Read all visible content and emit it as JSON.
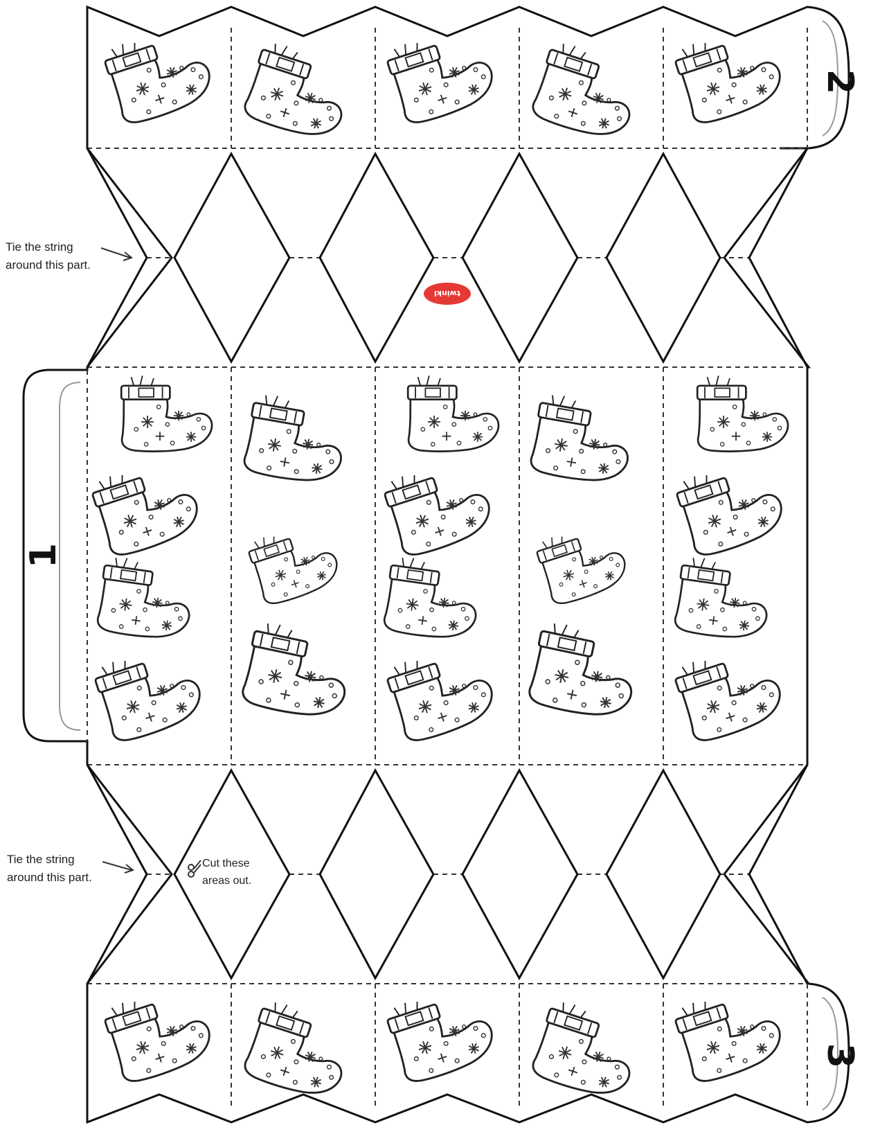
{
  "labels": {
    "tab_top_number": "2",
    "tab_left_number": "1",
    "tab_bottom_number": "3",
    "tie_string_note_top": "Tie the string\naround this part.",
    "tie_string_note_bottom": "Tie the string\naround this part.",
    "cut_note": "Cut these\nareas out.",
    "brand_logo": "twinkl"
  },
  "icons": {
    "arrow": "right-arrow-icon",
    "scissors": "scissors-icon",
    "stocking": "christmas-stocking-icon",
    "brand": "twinkl-logo-icon"
  },
  "colors": {
    "ink": "#111111",
    "paper": "#ffffff",
    "logo": "#e53935"
  }
}
